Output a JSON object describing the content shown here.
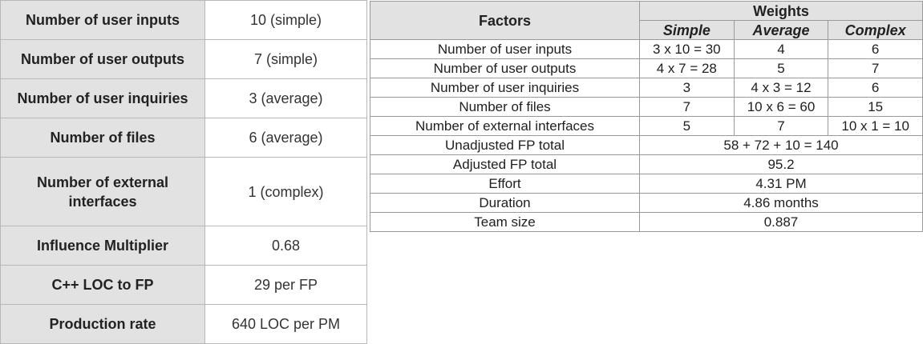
{
  "parameters": [
    {
      "name": "Number of user inputs",
      "value": "10 (simple)"
    },
    {
      "name": "Number of user outputs",
      "value": "7 (simple)"
    },
    {
      "name": "Number of user inquiries",
      "value": "3 (average)"
    },
    {
      "name": "Number of files",
      "value": "6 (average)"
    },
    {
      "name": "Number of external interfaces",
      "value": "1 (complex)"
    },
    {
      "name": "Influence Multiplier",
      "value": "0.68"
    },
    {
      "name": "C++ LOC to FP",
      "value": "29 per FP"
    },
    {
      "name": "Production rate",
      "value": "640 LOC per PM"
    }
  ],
  "estimation": {
    "header": {
      "factors": "Factors",
      "weights": "Weights",
      "simple": "Simple",
      "average": "Average",
      "complex": "Complex"
    },
    "rows": [
      {
        "factor": "Number of user inputs",
        "simple": "3 x 10 = 30",
        "average": "4",
        "complex": "6"
      },
      {
        "factor": "Number of user outputs",
        "simple": "4 x 7 = 28",
        "average": "5",
        "complex": "7"
      },
      {
        "factor": "Number of user inquiries",
        "simple": "3",
        "average": "4 x 3 = 12",
        "complex": "6"
      },
      {
        "factor": "Number of files",
        "simple": "7",
        "average": "10 x 6 = 60",
        "complex": "15"
      },
      {
        "factor": "Number of external interfaces",
        "simple": "5",
        "average": "7",
        "complex": "10 x 1 = 10"
      }
    ],
    "summary": [
      {
        "label": "Unadjusted FP total",
        "value": "58 + 72 + 10 = 140"
      },
      {
        "label": "Adjusted FP total",
        "value": "95.2"
      },
      {
        "label": "Effort",
        "value": "4.31 PM"
      },
      {
        "label": "Duration",
        "value": "4.86 months"
      },
      {
        "label": "Team size",
        "value": "0.887"
      }
    ]
  }
}
